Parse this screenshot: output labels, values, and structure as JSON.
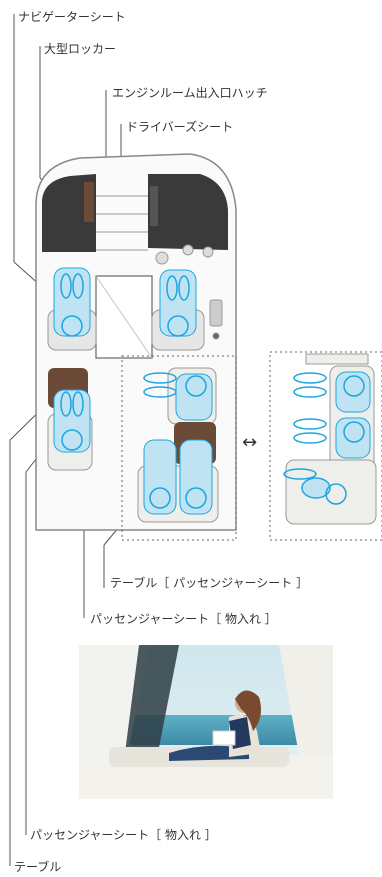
{
  "labels": {
    "navigator_seat": "ナビゲーターシート",
    "large_locker": "大型ロッカー",
    "engine_hatch": "エンジンルーム出入口ハッチ",
    "driver_seat": "ドライバーズシート",
    "table_passenger": "テーブル［ パッセンジャーシート ］",
    "passenger_storage_1": "パッセンジャーシート［ 物入れ ］",
    "passenger_storage_2": "パッセンジャーシート［ 物入れ ］",
    "table": "テーブル"
  },
  "arrow_symbol": "↔",
  "colors": {
    "line": "#555555",
    "seat_blue": "#bfe3f3",
    "figure_stroke": "#1aa7e0",
    "table_brown": "#6b4a38",
    "cabinet_dark": "#3a3a3a"
  }
}
